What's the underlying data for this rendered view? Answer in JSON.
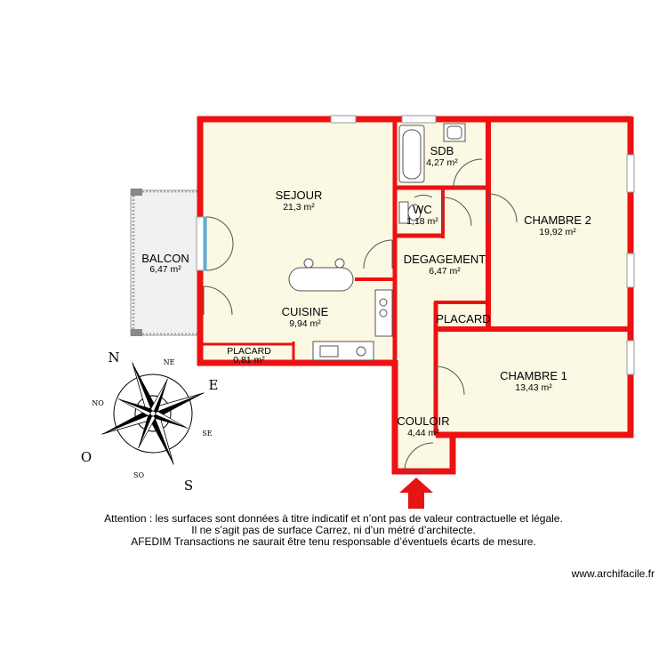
{
  "rooms": {
    "sejour": {
      "name": "SEJOUR",
      "area": "21,3 m²"
    },
    "sdb": {
      "name": "SDB",
      "area": "4,27 m²"
    },
    "wc": {
      "name": "WC",
      "area": "1,18 m²"
    },
    "balcon": {
      "name": "BALCON",
      "area": "6,47 m²"
    },
    "degagement": {
      "name": "DEGAGEMENT",
      "area": "6,47 m²"
    },
    "chambre2": {
      "name": "CHAMBRE 2",
      "area": "19,92 m²"
    },
    "cuisine": {
      "name": "CUISINE",
      "area": "9,94 m²"
    },
    "placard_cuisine": {
      "name": "PLACARD",
      "area": "0,81 m²"
    },
    "placard_chambre": {
      "name": "PLACARD"
    },
    "chambre1": {
      "name": "CHAMBRE 1",
      "area": "13,43 m²"
    },
    "couloir": {
      "name": "COULOIR",
      "area": "4,44 m²"
    }
  },
  "compass": {
    "n": "N",
    "s": "S",
    "e": "E",
    "o": "O",
    "ne": "NE",
    "no": "NO",
    "se": "SE",
    "so": "SO"
  },
  "disclaimer": {
    "line1": "Attention : les surfaces sont données à titre indicatif et n’ont pas de valeur contractuelle et légale.",
    "line2": "Il ne s’agit pas de surface Carrez, ni d’un métré d’architecte.",
    "line3": "AFEDIM Transactions ne saurait être tenu responsable d’éventuels écarts de mesure."
  },
  "website": "www.archifacile.fr",
  "colors": {
    "wall": "#ee1111",
    "floor": "#fbf8e4",
    "balcony": "#f1f1f1",
    "arrow": "#e51515"
  }
}
